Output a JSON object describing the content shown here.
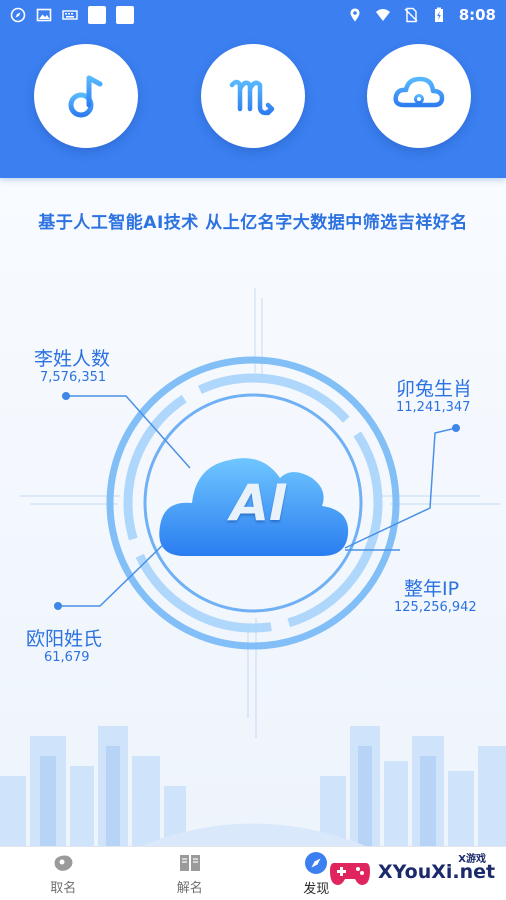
{
  "status_bar": {
    "time": "8:08"
  },
  "header": {
    "buttons": [
      {
        "icon": "music-note-icon"
      },
      {
        "icon": "scorpio-icon"
      },
      {
        "icon": "cloud-upload-icon"
      }
    ]
  },
  "content": {
    "subtitle": "基于人工智能AI技术 从上亿名字大数据中筛选吉祥好名",
    "center_label": "AI",
    "stats": [
      {
        "name": "李姓人数",
        "value": "7,576,351"
      },
      {
        "name": "卯兔生肖",
        "value": "11,241,347"
      },
      {
        "name": "整年IP",
        "value": "125,256,942"
      },
      {
        "name": "欧阳姓氏",
        "value": "61,679"
      }
    ]
  },
  "bottom_nav": {
    "items": [
      {
        "label": "取名",
        "icon": "name-icon"
      },
      {
        "label": "解名",
        "icon": "book-icon"
      },
      {
        "label": "发现",
        "icon": "compass-icon"
      }
    ]
  },
  "watermark": {
    "text": "XYouXi.net",
    "small": "X游戏"
  },
  "colors": {
    "primary": "#3b7ff0",
    "accent": "#2c72e0",
    "background": "#f3f7fd"
  }
}
